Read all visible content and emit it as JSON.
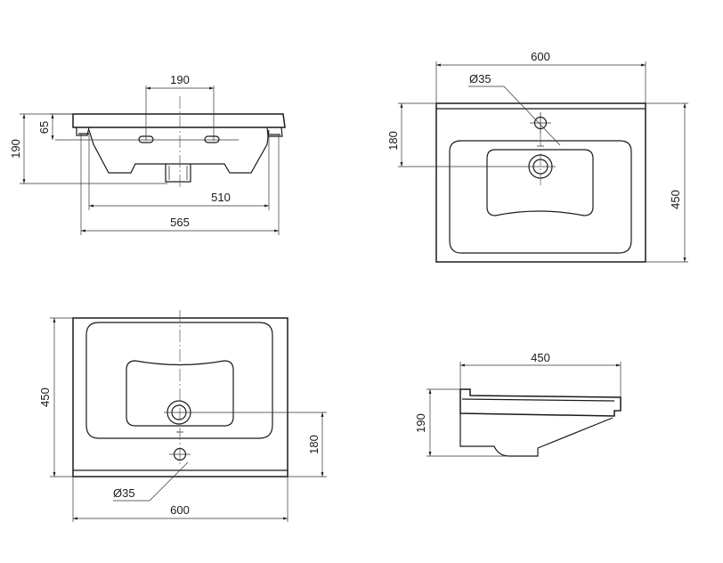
{
  "views": {
    "front": {
      "width": "565",
      "inner_width": "510",
      "tap_spacing": "190",
      "height": "190",
      "rim_height": "65"
    },
    "top": {
      "width": "600",
      "depth": "450",
      "hole_offset": "180",
      "hole_diameter": "Ø35"
    },
    "bottom": {
      "width": "600",
      "depth": "450",
      "hole_offset": "180",
      "hole_diameter": "Ø35"
    },
    "side": {
      "depth": "450",
      "height": "190"
    }
  }
}
